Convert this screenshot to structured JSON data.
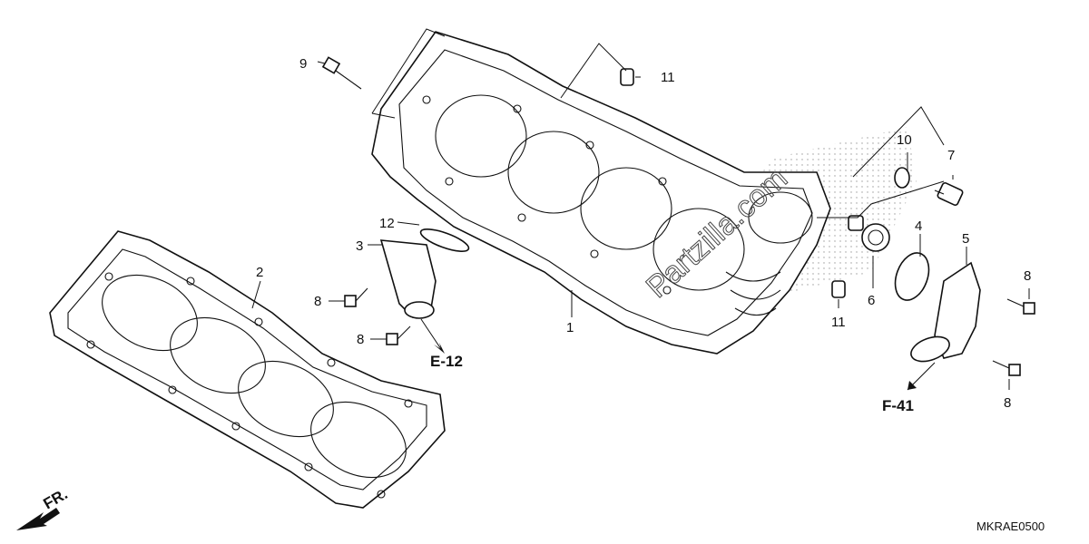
{
  "diagram": {
    "callouts": {
      "c1": "1",
      "c2": "2",
      "c3": "3",
      "c4": "4",
      "c5": "5",
      "c6": "6",
      "c7": "7",
      "c8a": "8",
      "c8b": "8",
      "c8c": "8",
      "c8d": "8",
      "c9": "9",
      "c10": "10",
      "c11a": "11",
      "c11b": "11",
      "c12": "12"
    },
    "refs": {
      "e12": "E-12",
      "f41": "F-41"
    },
    "front_arrow": "FR.",
    "diagram_code": "MKRAE0500",
    "watermark": "Partzilla.com"
  }
}
